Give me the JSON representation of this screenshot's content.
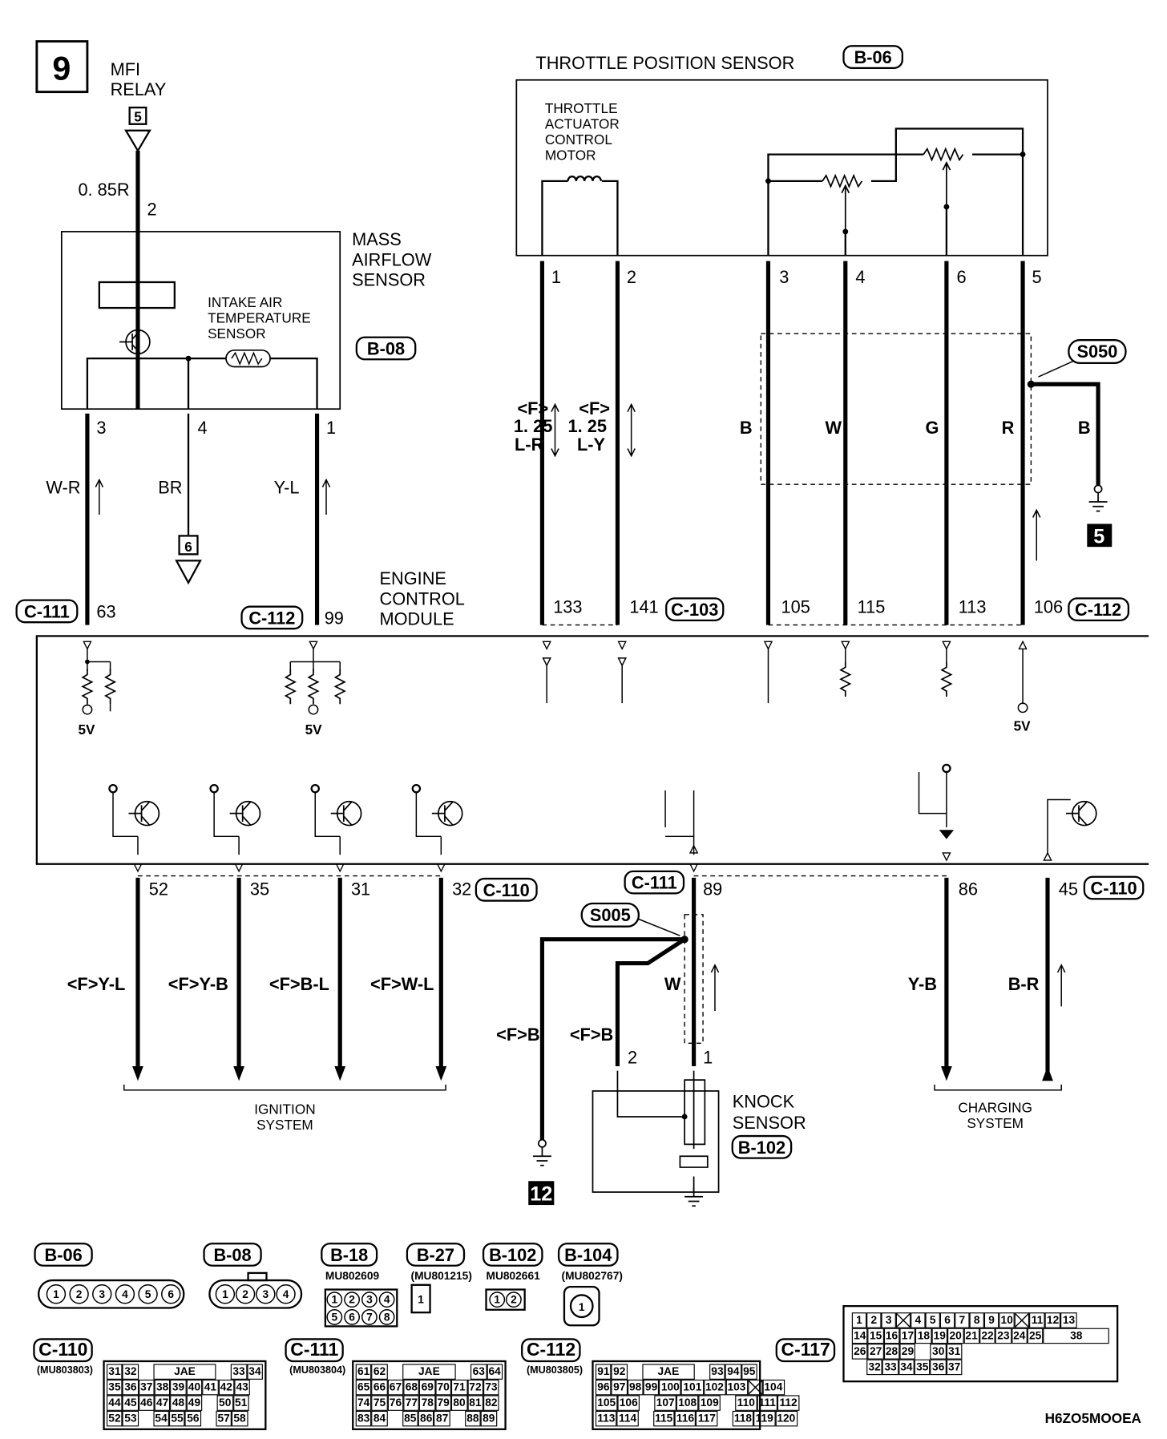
{
  "page_number": "9",
  "mfi_relay": {
    "line1": "MFI",
    "line2": "RELAY",
    "pin": "5",
    "wire": "0. 85R",
    "term": "2"
  },
  "maf": {
    "line1": "MASS",
    "line2": "AIRFLOW",
    "line3": "SENSOR",
    "connector": "B-08",
    "iat1": "INTAKE AIR",
    "iat2": "TEMPERATURE",
    "iat3": "SENSOR",
    "pins": [
      "3",
      "4",
      "1"
    ],
    "colors": [
      "W-R",
      "BR",
      "Y-L"
    ],
    "ground_pin": "6"
  },
  "ecm": {
    "line1": "ENGINE",
    "line2": "CONTROL",
    "line3": "MODULE",
    "v5": "5V",
    "top_pins": {
      "c111": "C-111",
      "p63": "63",
      "c112a": "C-112",
      "p99": "99",
      "p133": "133",
      "p141": "141",
      "c103": "C-103",
      "p105": "105",
      "p115": "115",
      "p113": "113",
      "p106": "106",
      "c112b": "C-112"
    },
    "bottom_pins": {
      "p52": "52",
      "p35": "35",
      "p31": "31",
      "p32": "32",
      "c110a": "C-110",
      "c111": "C-111",
      "p89": "89",
      "p86": "86",
      "p45": "45",
      "c110b": "C-110"
    }
  },
  "tps": {
    "title": "THROTTLE POSITION SENSOR",
    "connector": "B-06",
    "motor1": "THROTTLE",
    "motor2": "ACTUATOR",
    "motor3": "CONTROL",
    "motor4": "MOTOR",
    "pins": [
      "1",
      "2",
      "3",
      "4",
      "6",
      "5"
    ],
    "f": "<F>",
    "gauge": "1. 25",
    "lr": "L-R",
    "ly": "L-Y",
    "colors": [
      "B",
      "W",
      "G",
      "R"
    ],
    "splice": "S050",
    "splice_color": "B",
    "ground_ref": "5"
  },
  "ignition": {
    "colors": [
      "<F>Y-L",
      "<F>Y-B",
      "<F>B-L",
      "<F>W-L"
    ],
    "line1": "IGNITION",
    "line2": "SYSTEM"
  },
  "knock": {
    "splice": "S005",
    "left_color": "<F>B",
    "mid_color": "<F>B",
    "shield_color": "W",
    "pin2": "2",
    "pin1": "1",
    "line1": "KNOCK",
    "line2": "SENSOR",
    "connector": "B-102",
    "ground_ref": "12"
  },
  "charging": {
    "colors": [
      "Y-B",
      "B-R"
    ],
    "line1": "CHARGING",
    "line2": "SYSTEM"
  },
  "connectors": {
    "b06": {
      "label": "B-06",
      "pins": [
        "1",
        "2",
        "3",
        "4",
        "5",
        "6"
      ]
    },
    "b08": {
      "label": "B-08",
      "pins": [
        "1",
        "2",
        "3",
        "4"
      ]
    },
    "b18": {
      "label": "B-18",
      "part": "MU802609",
      "pins": [
        "1",
        "2",
        "3",
        "4",
        "5",
        "6",
        "7",
        "8"
      ]
    },
    "b27": {
      "label": "B-27",
      "part": "(MU801215)",
      "pins": [
        "1"
      ]
    },
    "b102": {
      "label": "B-102",
      "part": "MU802661",
      "pins": [
        "1",
        "2"
      ]
    },
    "b104": {
      "label": "B-104",
      "part": "(MU802767)",
      "pins": [
        "1"
      ]
    },
    "c110": {
      "label": "C-110",
      "part": "(MU803803)",
      "rows": [
        [
          "31",
          "32",
          "",
          "JAE",
          "",
          "33",
          "34"
        ],
        [
          "35",
          "36",
          "37",
          "38",
          "39",
          "40",
          "41",
          "42",
          "43"
        ],
        [
          "44",
          "45",
          "46",
          "47",
          "48",
          "49",
          "",
          "50",
          "51"
        ],
        [
          "52",
          "53",
          "",
          "54",
          "55",
          "56",
          "",
          "57",
          "58"
        ]
      ]
    },
    "c111": {
      "label": "C-111",
      "part": "(MU803804)",
      "rows": [
        [
          "61",
          "62",
          "",
          "JAE",
          "",
          "63",
          "64"
        ],
        [
          "65",
          "66",
          "67",
          "68",
          "69",
          "70",
          "71",
          "72",
          "73"
        ],
        [
          "74",
          "75",
          "76",
          "77",
          "78",
          "79",
          "80",
          "81",
          "82"
        ],
        [
          "83",
          "84",
          "",
          "85",
          "86",
          "87",
          "",
          "88",
          "89"
        ]
      ]
    },
    "c112": {
      "label": "C-112",
      "part": "(MU803805)",
      "rows": [
        [
          "91",
          "92",
          "",
          "JAE",
          "",
          "93",
          "94",
          "95"
        ],
        [
          "96",
          "97",
          "98",
          "99",
          "100",
          "101",
          "102",
          "103",
          "X",
          "104"
        ],
        [
          "105",
          "106",
          "",
          "107",
          "108",
          "109",
          "",
          "110",
          "111",
          "112"
        ],
        [
          "113",
          "114",
          "",
          "115",
          "116",
          "117",
          "",
          "118",
          "119",
          "120"
        ]
      ]
    },
    "c117": {
      "label": "C-117",
      "rows": [
        [
          "1",
          "2",
          "3",
          "X",
          "4",
          "5",
          "6",
          "7",
          "8",
          "9",
          "10",
          "X",
          "11",
          "12",
          "13"
        ],
        [
          "14",
          "15",
          "16",
          "17",
          "18",
          "19",
          "20",
          "21",
          "22",
          "23",
          "24",
          "25",
          "38"
        ],
        [
          "26",
          "27",
          "28",
          "29",
          "",
          "30",
          "31"
        ],
        [
          "",
          "32",
          "33",
          "34",
          "35",
          "36",
          "37"
        ]
      ]
    }
  },
  "figure_code": "H6ZO5MOOEA"
}
